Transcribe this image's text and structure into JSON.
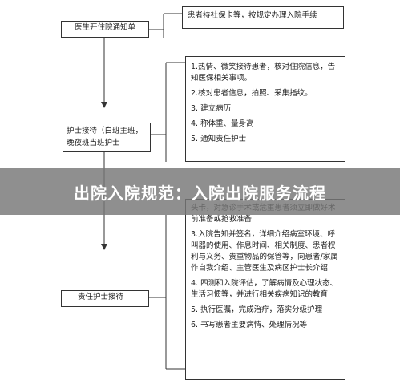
{
  "flow": {
    "node1": "医生开住院通知单",
    "node2": "护士接待（白班主班，晚夜班当班护士",
    "node3": "责任护士接待",
    "step1": "患者持社保卡等，按规定办理入院手续",
    "step2": [
      "1.热情、微笑接待患者，核对住院信息，告知医保相关事项。",
      "2.核对患者信息，拍照、采集指纹。",
      "3. 建立病历",
      "4. 称体重、量身高",
      "5. 通知责任护士"
    ],
    "step3": [
      "头卡，对急诊手术或危重患者须立即做好术前准备或抢救准备",
      "3.入院告知并签名，详细介绍病室环境、呼叫器的使用、作息时间、相关制度、患者权利与义务、贵重物品的保管等，向患者/家属作自我介绍、主管医生及病区护士长介绍",
      "4. 四测和入院评估，了解病情及心理状态、生活习惯等，并进行相关疾病知识的教育",
      "5. 执行医嘱，完成治疗，落实分级护理",
      "6. 书写患者主要病情、处理情况等"
    ]
  },
  "banner": {
    "title": "出院入院规范：入院出院服务流程"
  },
  "colors": {
    "line": "#333333",
    "banner_bg": "#767676",
    "banner_text": "#ffffff"
  }
}
